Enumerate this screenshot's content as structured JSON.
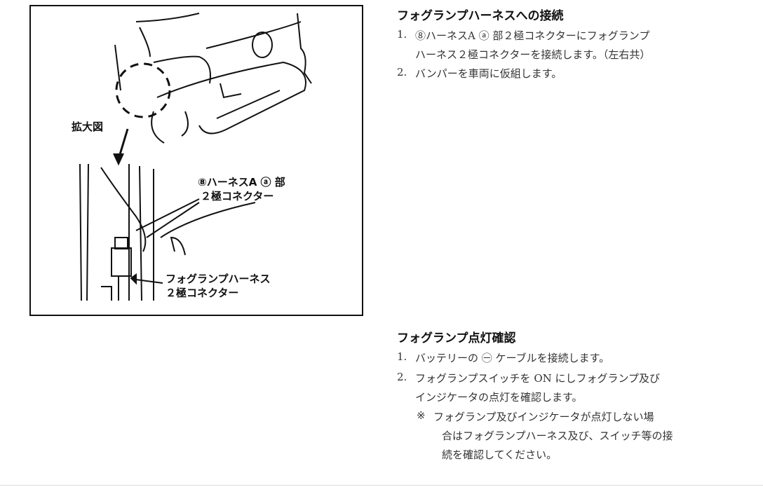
{
  "figure": {
    "enlarged_label": "拡大図",
    "callout_1_line1": "⑧ハーネスA ⓐ 部",
    "callout_1_line2": "２極コネクター",
    "callout_2_line1": "フォグランプハーネス",
    "callout_2_line2": "２極コネクター"
  },
  "section1": {
    "heading": "フォグランプハーネスへの接続",
    "items": [
      {
        "num": "1.",
        "lines": [
          "⑧ハーネスA ⓐ 部２極コネクターにフォグランプ",
          "ハーネス２極コネクターを接続します。（左右共）"
        ]
      },
      {
        "num": "2.",
        "lines": [
          "バンパーを車両に仮組します。"
        ]
      }
    ]
  },
  "section2": {
    "heading": "フォグランプ点灯確認",
    "items": [
      {
        "num": "1.",
        "lines": [
          "バッテリーの ㊀ ケーブルを接続します。"
        ]
      },
      {
        "num": "2.",
        "lines": [
          "フォグランプスイッチを ON にしフォグランプ及び",
          "インジケータの点灯を確認します。"
        ]
      }
    ],
    "note_mark": "※",
    "note_lines": [
      "フォグランプ及びインジケータが点灯しない場",
      "合はフォグランプハーネス及び、スイッチ等の接",
      "続を確認してください。"
    ]
  }
}
